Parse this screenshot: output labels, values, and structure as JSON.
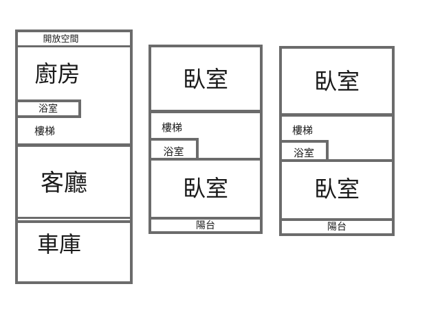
{
  "title": "house-floor-plans",
  "colors": {
    "background": "#ffffff",
    "wall": "#6b6b6b",
    "text": "#1a1a1a"
  },
  "plans": [
    {
      "id": "floor-plan-1",
      "rooms": {
        "open_space": "開放空間",
        "kitchen": "廚房",
        "bathroom": "浴室",
        "stairs": "樓梯",
        "living_room": "客廳",
        "garage": "車庫"
      }
    },
    {
      "id": "floor-plan-2",
      "rooms": {
        "bedroom_top": "臥室",
        "stairs": "樓梯",
        "bathroom": "浴室",
        "bedroom_bottom": "臥室",
        "balcony": "陽台"
      }
    },
    {
      "id": "floor-plan-3",
      "rooms": {
        "bedroom_top": "臥室",
        "stairs": "樓梯",
        "bathroom": "浴室",
        "bedroom_bottom": "臥室",
        "balcony": "陽台"
      }
    }
  ]
}
